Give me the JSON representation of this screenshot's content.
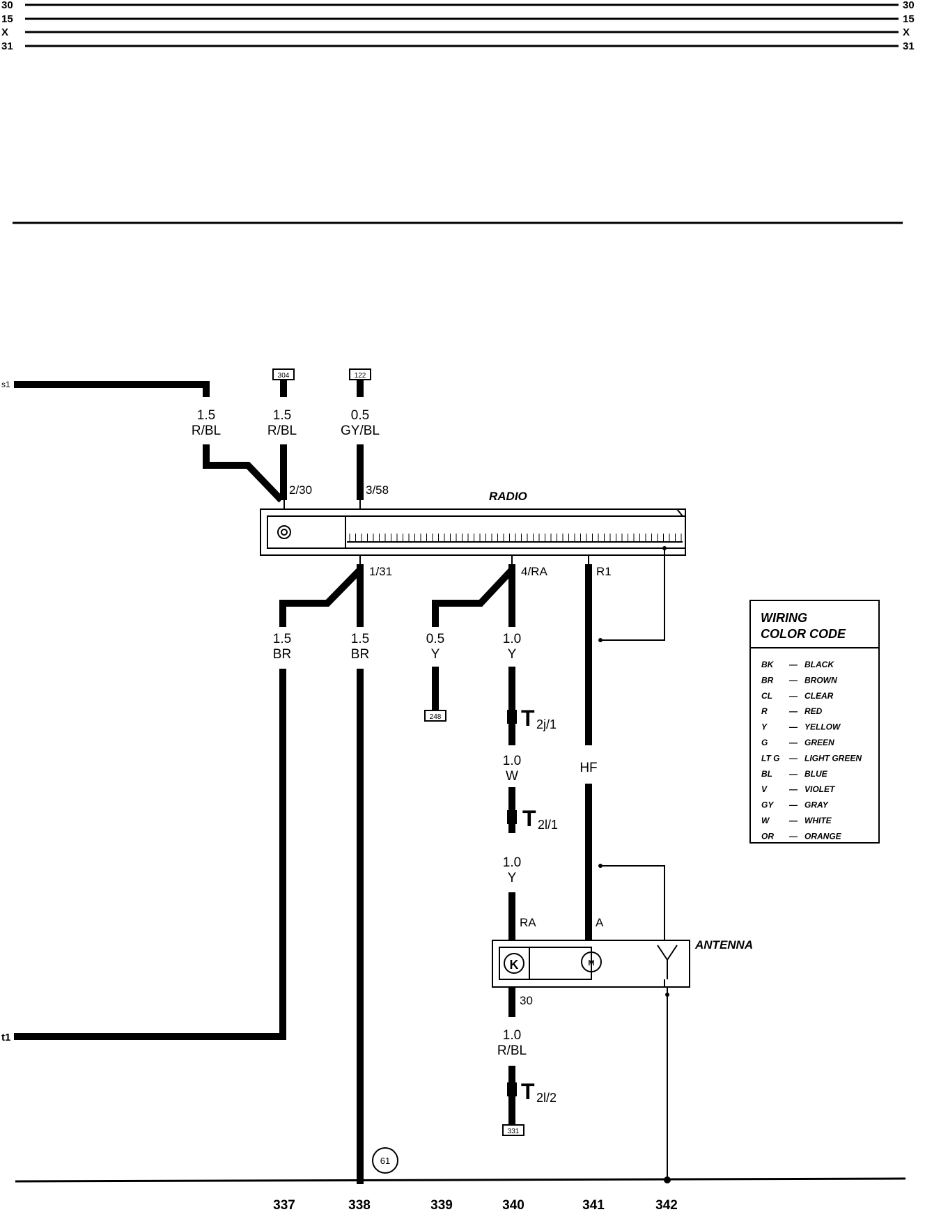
{
  "bus_labels": {
    "b30": "30",
    "b15": "15",
    "bX": "X",
    "b31": "31"
  },
  "tie_left": {
    "s1": "s1",
    "t1": "t1"
  },
  "wires": {
    "w337": {
      "gauge": "1.5",
      "color": "BR"
    },
    "w338": {
      "gauge": "1.5",
      "color": "BR"
    },
    "w338_top": {
      "gauge": "1.5",
      "color": "R/BL"
    },
    "w_top1": {
      "gauge": "1.5",
      "color": "R/BL"
    },
    "w_top2": {
      "gauge": "0.5",
      "color": "GY/BL"
    },
    "w339": {
      "gauge": "0.5",
      "color": "Y"
    },
    "w340_a": {
      "gauge": "1.0",
      "color": "Y"
    },
    "w340_b": {
      "gauge": "1.0",
      "color": "W"
    },
    "w340_c": {
      "gauge": "1.0",
      "color": "Y"
    },
    "w340_d": {
      "gauge": "1.0",
      "color": "R/BL"
    },
    "w341": {
      "color": "HF"
    }
  },
  "ref_boxes": {
    "r304": "304",
    "r122": "122",
    "r248": "248",
    "r331": "331"
  },
  "pins": {
    "p2_30": "2/30",
    "p3_58": "3/58",
    "p1_31": "1/31",
    "p4_ra": "4/RA",
    "pR1": "R1",
    "pRA": "RA",
    "pA": "A",
    "p30": "30"
  },
  "connectors": {
    "c1": {
      "main": "T",
      "sub": "2j/1"
    },
    "c2": {
      "main": "T",
      "sub": "2l/1"
    },
    "c3": {
      "main": "T",
      "sub": "2l/2"
    }
  },
  "components": {
    "radio": "RADIO",
    "antenna": "ANTENNA"
  },
  "ground": "61",
  "legend": {
    "title1": "WIRING",
    "title2": "COLOR CODE",
    "rows": [
      {
        "code": "BK",
        "name": "BLACK"
      },
      {
        "code": "BR",
        "name": "BROWN"
      },
      {
        "code": "CL",
        "name": "CLEAR"
      },
      {
        "code": "R",
        "name": "RED"
      },
      {
        "code": "Y",
        "name": "YELLOW"
      },
      {
        "code": "G",
        "name": "GREEN"
      },
      {
        "code": "LT G",
        "name": "LIGHT GREEN"
      },
      {
        "code": "BL",
        "name": "BLUE"
      },
      {
        "code": "V",
        "name": "VIOLET"
      },
      {
        "code": "GY",
        "name": "GRAY"
      },
      {
        "code": "W",
        "name": "WHITE"
      },
      {
        "code": "OR",
        "name": "ORANGE"
      }
    ]
  },
  "footer_numbers": [
    "337",
    "338",
    "339",
    "340",
    "341",
    "342"
  ]
}
